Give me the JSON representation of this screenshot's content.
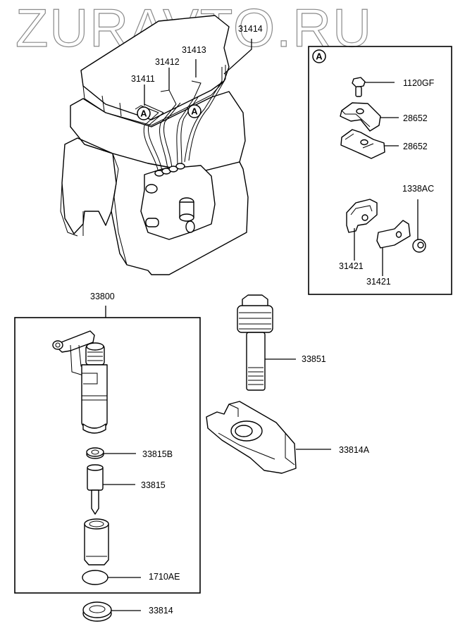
{
  "watermark": "ZURAVTO.RU",
  "detail_marker": "A",
  "engine": {
    "labels": {
      "pipe_1": "31411",
      "pipe_2": "31412",
      "pipe_3": "31413",
      "pipe_4": "31414"
    }
  },
  "detail_a": {
    "marker": "A",
    "labels": {
      "bolt": "1120GF",
      "clamp_upper": "28652",
      "clamp_lower": "28652",
      "nut": "1338AC",
      "bracket_left": "31421",
      "bracket_right": "31421"
    }
  },
  "injector": {
    "assembly": "33800",
    "labels": {
      "washer_top": "33815B",
      "nozzle": "33815",
      "nut_seal": "1710AE",
      "gasket": "33814"
    }
  },
  "hardware": {
    "bolt": "33851",
    "clamp": "33814A"
  }
}
